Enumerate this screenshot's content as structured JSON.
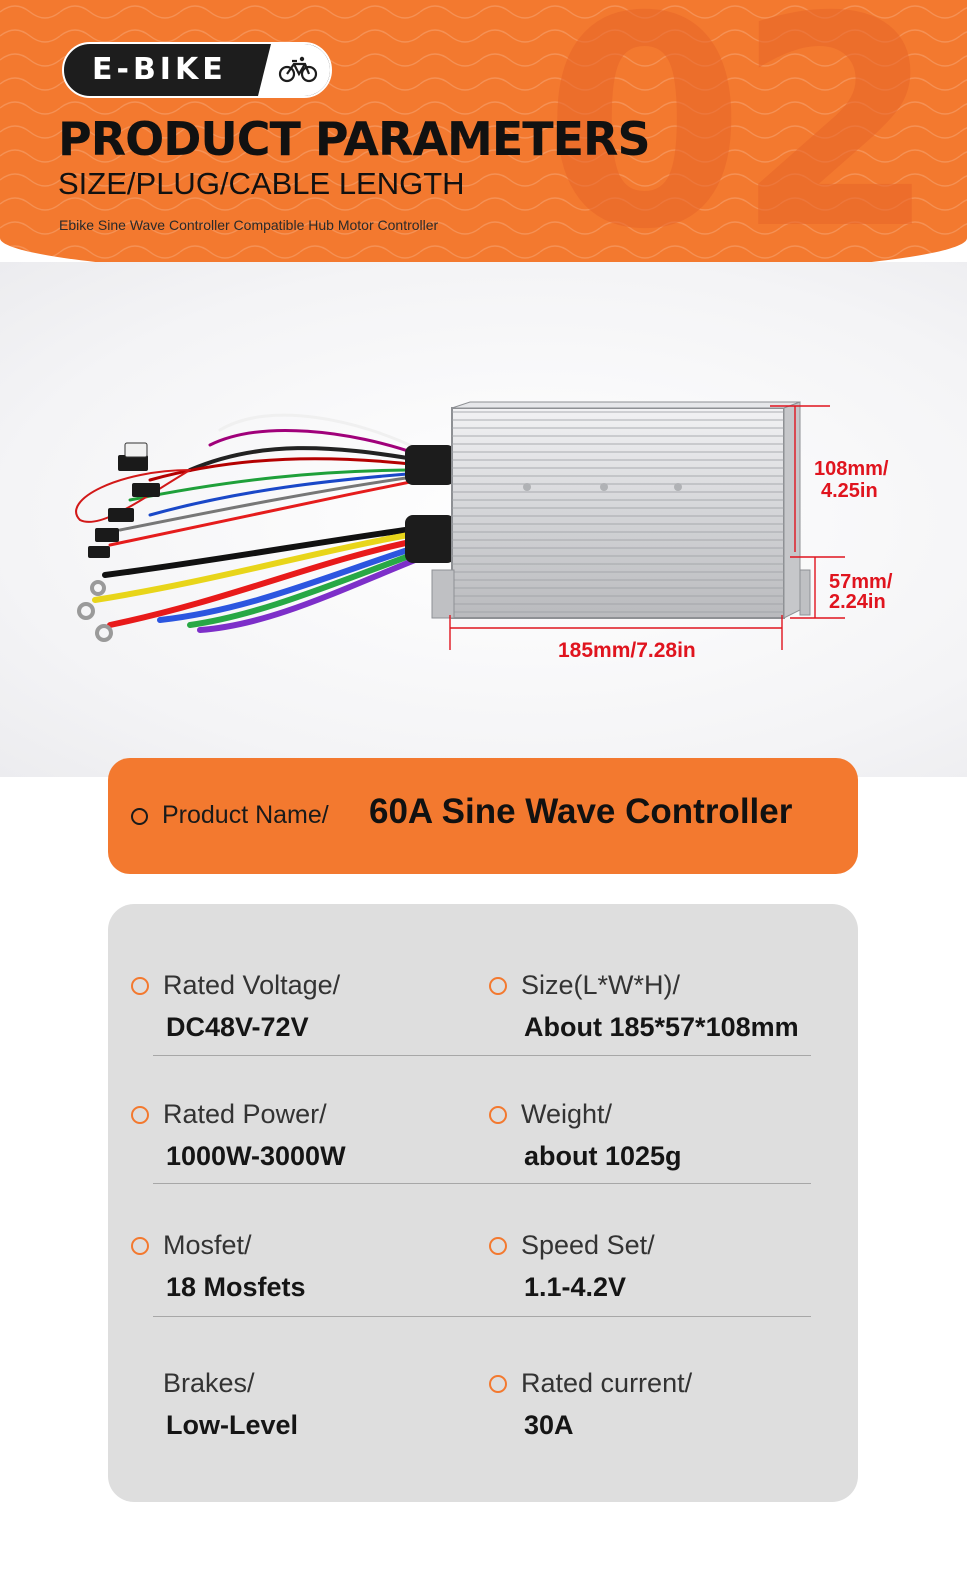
{
  "header": {
    "brand": "E-BIKE",
    "number": "02",
    "title": "PRODUCT PARAMETERS",
    "subtitle": "SIZE/PLUG/CABLE LENGTH",
    "tagline": "Ebike Sine Wave Controller Compatible Hub Motor Controller",
    "accent_color": "#f3792f"
  },
  "dimensions": {
    "height": "108mm/",
    "height_in": "4.25in",
    "width": "57mm/",
    "width_in": "2.24in",
    "length": "185mm/7.28in",
    "color": "#e0141e"
  },
  "product_name": {
    "label": "Product Name/",
    "value": "60A Sine Wave Controller"
  },
  "specs": [
    {
      "label": "Rated Voltage/",
      "value": "DC48V-72V",
      "icon": "circle-icon"
    },
    {
      "label": "Size(L*W*H)/",
      "value": "About 185*57*108mm",
      "icon": "circle-icon"
    },
    {
      "label": "Rated Power/",
      "value": "1000W-3000W",
      "icon": "circle-icon"
    },
    {
      "label": "Weight/",
      "value": "about 1025g",
      "icon": "circle-icon"
    },
    {
      "label": "Mosfet/",
      "value": "18 Mosfets",
      "icon": "circle-icon"
    },
    {
      "label": "Speed Set/",
      "value": "1.1-4.2V",
      "icon": "circle-icon"
    },
    {
      "label": "Brakes/",
      "value": "Low-Level",
      "icon": ""
    },
    {
      "label": "Rated current/",
      "value": "30A",
      "icon": "circle-icon"
    }
  ]
}
